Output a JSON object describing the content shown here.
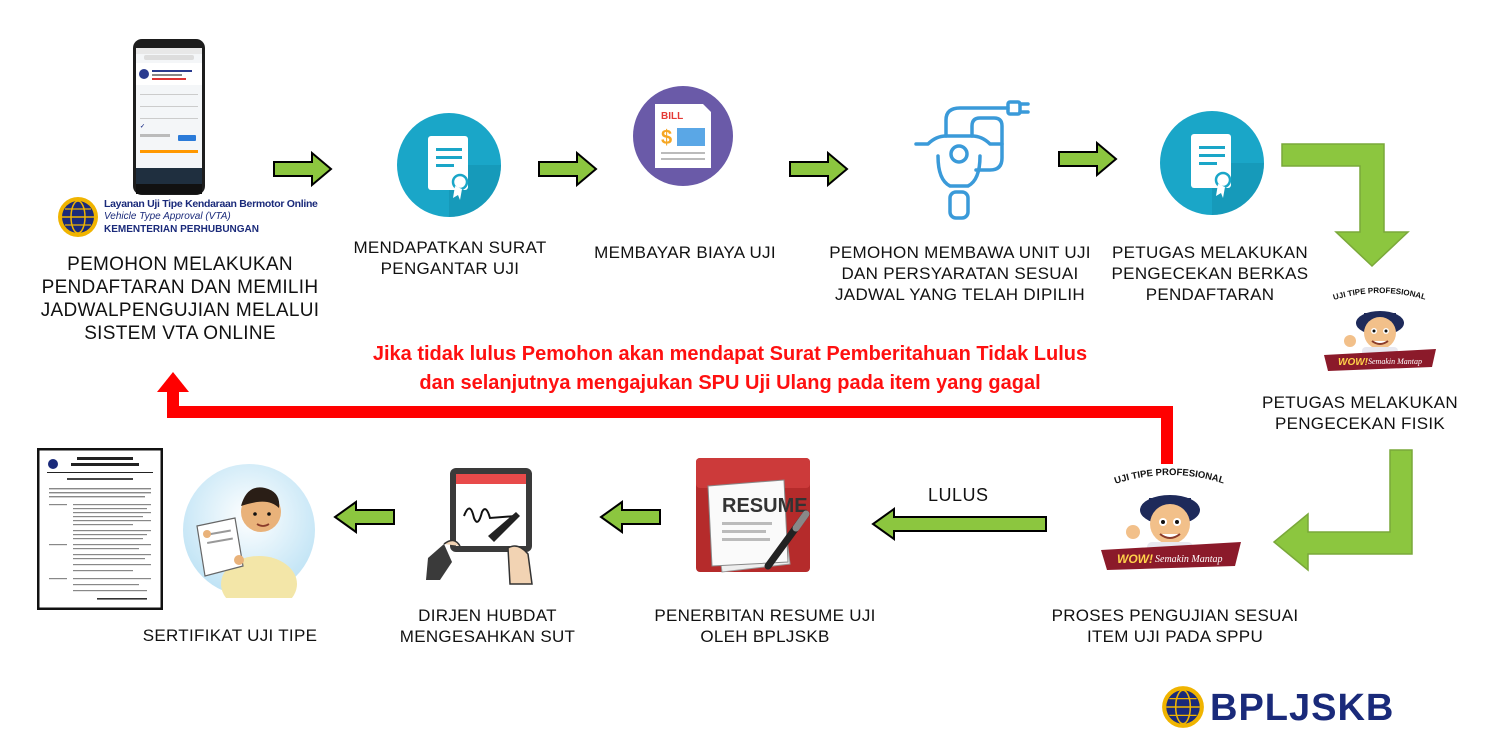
{
  "vta_logo": {
    "line1": "Layanan Uji Tipe Kendaraan Bermotor Online",
    "line2": "Vehicle Type Approval (VTA)",
    "line3": "KEMENTERIAN PERHUBUNGAN"
  },
  "phone": {
    "header1": "Layanan Uji Tipe Kendaraan Bermotor Online",
    "header2": "Vehicle Type Approval (VTA)",
    "header3": "KEMENTERIAN PERHUBUNGAN"
  },
  "bill_label": "BILL",
  "resume_label": "RESUME",
  "steps": {
    "s1": [
      "PEMOHON MELAKUKAN",
      "PENDAFTARAN DAN MEMILIH",
      "JADWALPENGUJIAN MELALUI",
      "SISTEM VTA ONLINE"
    ],
    "s2": [
      "MENDAPATKAN SURAT",
      "PENGANTAR UJI"
    ],
    "s3": [
      "MEMBAYAR BIAYA UJI"
    ],
    "s4": [
      "PEMOHON MEMBAWA UNIT UJI",
      "DAN PERSYARATAN SESUAI",
      "JADWAL YANG TELAH DIPILIH"
    ],
    "s5": [
      "PETUGAS MELAKUKAN",
      "PENGECEKAN BERKAS",
      "PENDAFTARAN"
    ],
    "s6": [
      "PETUGAS MELAKUKAN",
      "PENGECEKAN FISIK"
    ],
    "s7": [
      "PROSES PENGUJIAN  SESUAI",
      "ITEM UJI  PADA SPPU"
    ],
    "s8": [
      "PENERBITAN RESUME UJI",
      "OLEH BPLJSKB"
    ],
    "s9": [
      "DIRJEN HUBDAT",
      "MENGESAHKAN SUT"
    ],
    "s10": [
      "SERTIFIKAT  UJI TIPE"
    ]
  },
  "lulus_label": "LULUS",
  "fail_note": {
    "line1": "Jika tidak lulus Pemohon akan mendapat  Surat Pemberitahuan Tidak Lulus",
    "line2": "dan selanjutnya mengajukan SPU Uji Ulang pada  item yang gagal"
  },
  "mascot": {
    "arc_text": "UJI TIPE PROFESIONAL",
    "banner_wow": "WOW!",
    "banner_text": "Semakin Mantap"
  },
  "brand": "BPLJSKB",
  "colors": {
    "arrow_green": "#8cc63f",
    "arrow_outline": "#000000",
    "teal": "#1aa6c8",
    "fail_red": "#ff0000",
    "brand_navy": "#1a2a7a"
  }
}
